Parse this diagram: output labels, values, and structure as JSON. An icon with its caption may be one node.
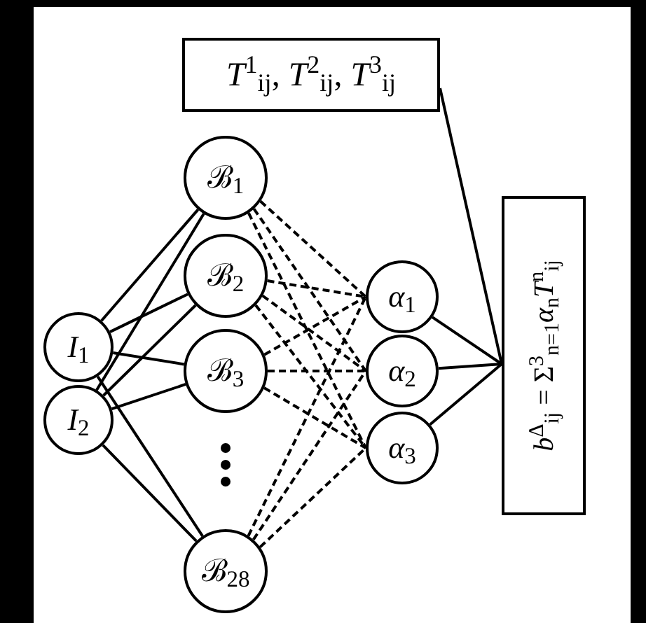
{
  "diagram": {
    "nodes": [
      {
        "text": [
          "*T*$^{1}$$_{ij}$, *T*$^{2}$$_{ij}$, *T*$^{3}$$_{ij}$"
        ]
      },
      {
        "text": [
          "ℬ$_{1}$"
        ]
      },
      {
        "text": [
          "ℬ$_{2}$"
        ]
      },
      {
        "text": [
          "ℬ$_{3}$"
        ]
      },
      {
        "text": [
          "ℬ$_{28}$"
        ]
      },
      {
        "text": [
          "*I*$_{1}$"
        ]
      },
      {
        "text": [
          "*I*$_{2}$"
        ]
      },
      {
        "text": [
          "*α*$_{1}$"
        ]
      },
      {
        "text": [
          "*α*$_{2}$"
        ]
      },
      {
        "text": [
          "*α*$_{3}$"
        ]
      },
      {
        "text": [
          "*b*$^{Δ}$$_{ij}$ = Σ$^{3}$$_{n=1}$*α*$_{n}$*T*$^{n}$$_{ij}$"
        ]
      }
    ],
    "edges": [
      {
        "from": 5,
        "to": 1,
        "arrow": "none"
      },
      {
        "from": 5,
        "to": 2,
        "arrow": "none"
      },
      {
        "from": 5,
        "to": 3,
        "arrow": "none"
      },
      {
        "from": 5,
        "to": 4,
        "arrow": "none"
      },
      {
        "from": 6,
        "to": 1,
        "arrow": "none"
      },
      {
        "from": 6,
        "to": 2,
        "arrow": "none"
      },
      {
        "from": 6,
        "to": 3,
        "arrow": "none"
      },
      {
        "from": 6,
        "to": 4,
        "arrow": "none"
      },
      {
        "from": 1,
        "to": 7,
        "arrow": "none",
        "style": "dashed"
      },
      {
        "from": 1,
        "to": 8,
        "arrow": "none",
        "style": "dashed"
      },
      {
        "from": 1,
        "to": 9,
        "arrow": "none",
        "style": "dashed"
      },
      {
        "from": 2,
        "to": 7,
        "arrow": "none",
        "style": "dashed"
      },
      {
        "from": 2,
        "to": 8,
        "arrow": "none",
        "style": "dashed"
      },
      {
        "from": 2,
        "to": 9,
        "arrow": "none",
        "style": "dashed"
      },
      {
        "from": 3,
        "to": 7,
        "arrow": "none",
        "style": "dashed"
      },
      {
        "from": 3,
        "to": 8,
        "arrow": "none",
        "style": "dashed"
      },
      {
        "from": 3,
        "to": 9,
        "arrow": "none",
        "style": "dashed"
      },
      {
        "from": 4,
        "to": 7,
        "arrow": "none",
        "style": "dashed"
      },
      {
        "from": 4,
        "to": 8,
        "arrow": "none",
        "style": "dashed"
      },
      {
        "from": 4,
        "to": 9,
        "arrow": "none",
        "style": "dashed"
      },
      {
        "from": 7,
        "to": 10,
        "arrow": "none"
      },
      {
        "from": 8,
        "to": 10,
        "arrow": "none"
      },
      {
        "from": 9,
        "to": 10,
        "arrow": "none"
      },
      {
        "from": 0,
        "to": 10,
        "arrow": "none"
      }
    ]
  }
}
